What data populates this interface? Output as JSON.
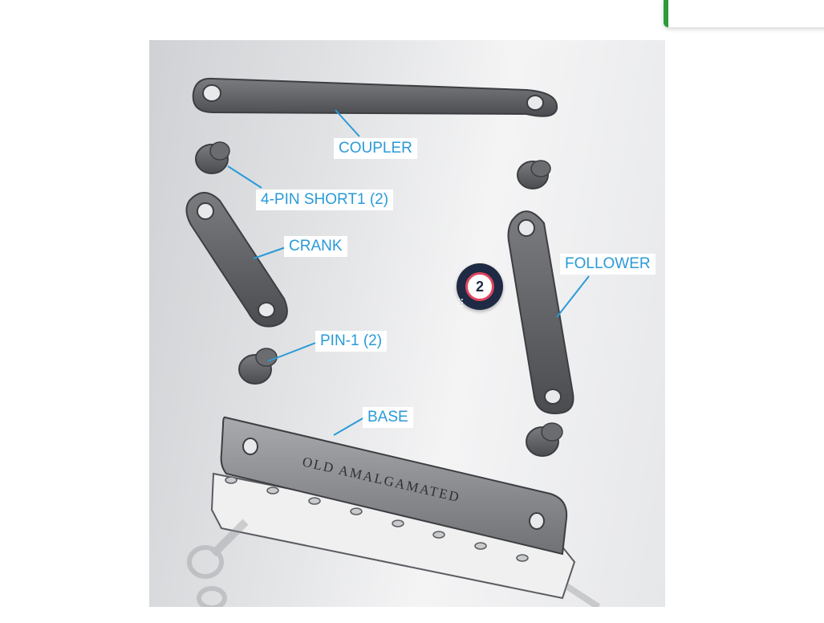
{
  "figure": {
    "labels": {
      "coupler": "COUPLER",
      "pin_short": "4-PIN SHORT1 (2)",
      "crank": "CRANK",
      "follower": "FOLLOWER",
      "pin1": "PIN-1 (2)",
      "base": "BASE"
    },
    "engraving": "OLD AMALGAMATED"
  },
  "hotspot": {
    "number": "2"
  },
  "colors": {
    "callout_text": "#2a9ad8",
    "hotspot_ring": "#e0455e",
    "hotspot_bg": "#1f2a44",
    "toast_accent": "#2e9a3a",
    "part_gray": "#5c5e62"
  }
}
